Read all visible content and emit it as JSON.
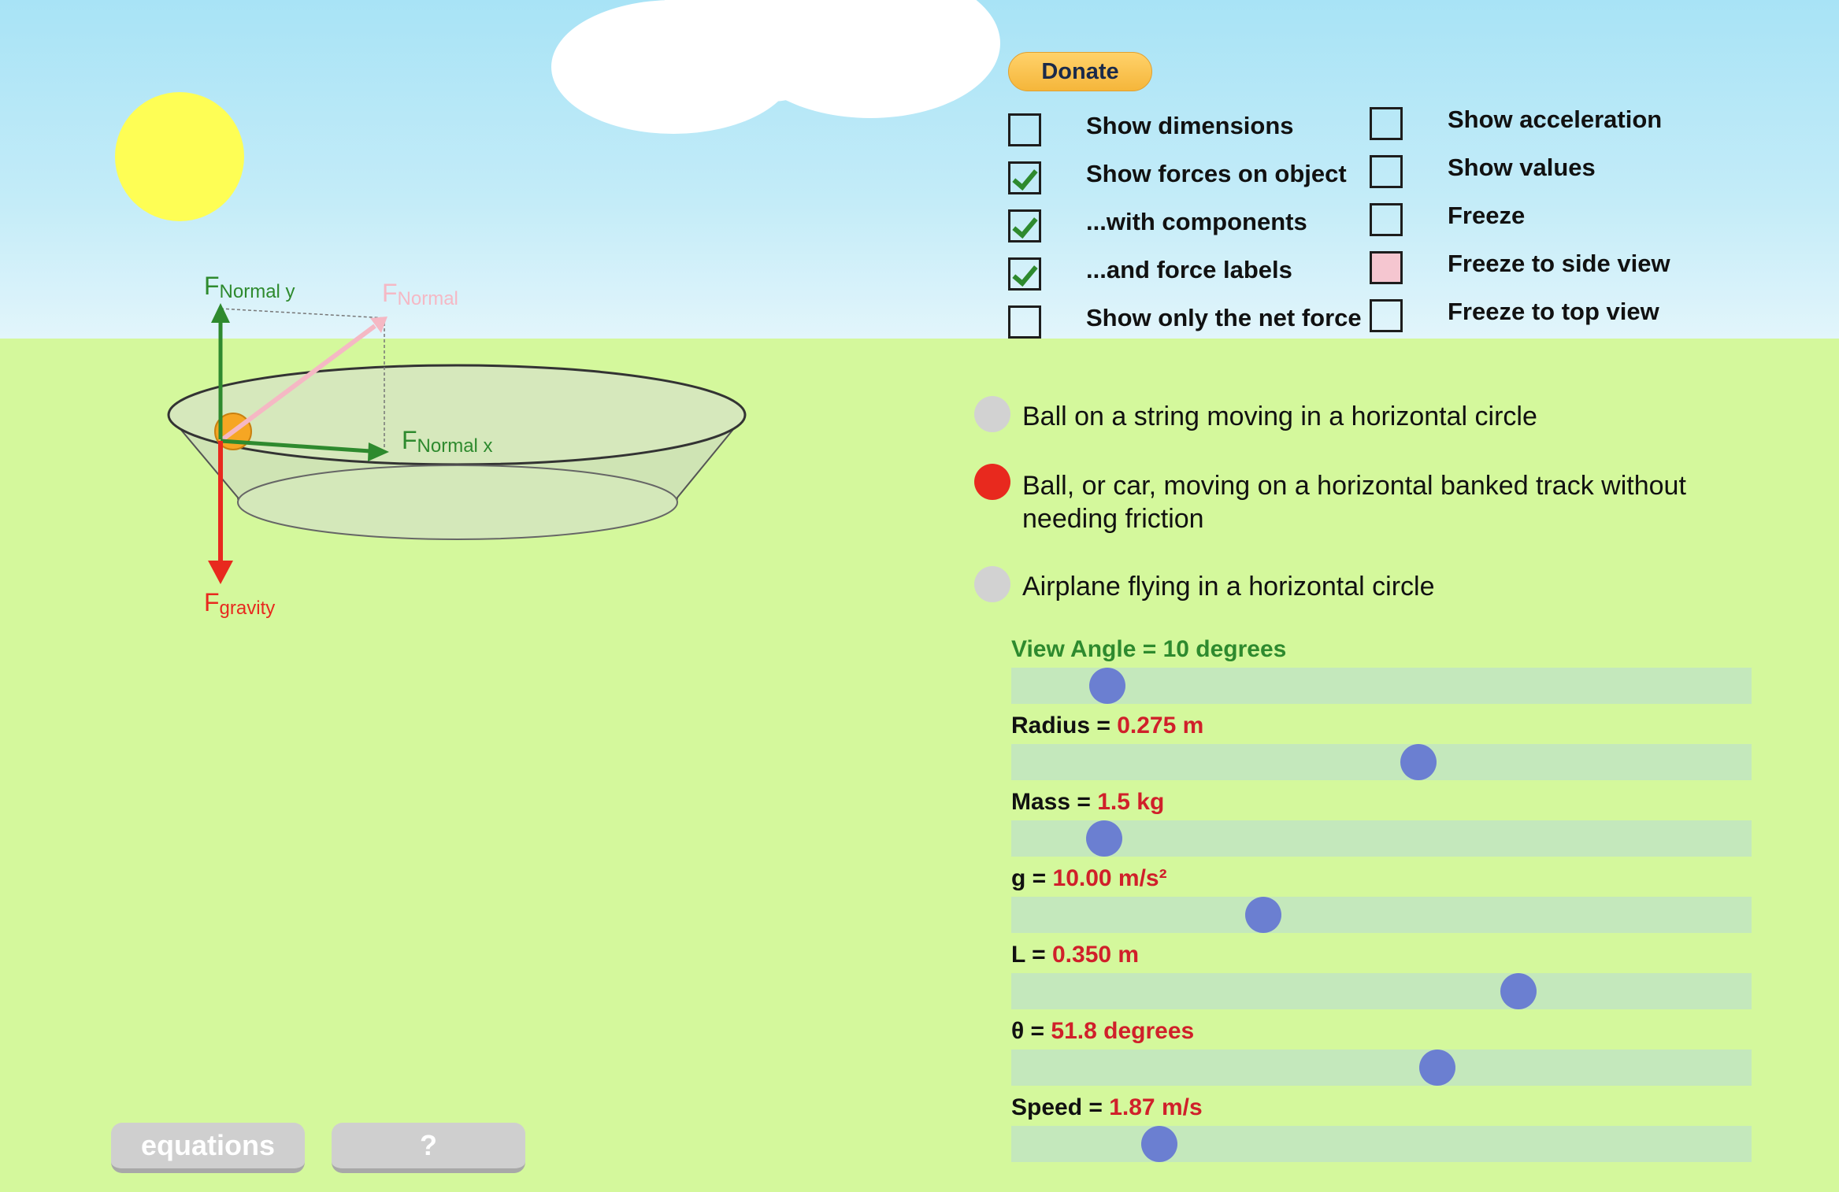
{
  "donate_label": "Donate",
  "checkboxes": {
    "show_dimensions": {
      "label": "Show dimensions",
      "checked": false
    },
    "show_forces": {
      "label": "Show forces on object",
      "checked": true
    },
    "with_components": {
      "label": "...with components",
      "checked": true
    },
    "force_labels": {
      "label": "...and force labels",
      "checked": true
    },
    "net_force": {
      "label": "Show only the net force",
      "checked": false
    },
    "show_acceleration": {
      "label": "Show acceleration",
      "checked": false
    },
    "show_values": {
      "label": "Show values",
      "checked": false
    },
    "freeze": {
      "label": "Freeze",
      "checked": false
    },
    "freeze_side": {
      "label": "Freeze to side view",
      "checked": false
    },
    "freeze_top": {
      "label": "Freeze to top view",
      "checked": false
    }
  },
  "scenarios": [
    {
      "label": "Ball on a string moving in a horizontal circle",
      "selected": false
    },
    {
      "label": "Ball, or car, moving on a horizontal banked track without needing friction",
      "selected": true
    },
    {
      "label": "Airplane flying in a horizontal circle",
      "selected": false
    }
  ],
  "sliders": {
    "view_angle": {
      "label": "View Angle = 10 degrees",
      "fraction": 0.13
    },
    "radius": {
      "key": "Radius = ",
      "value": "0.275 m",
      "fraction": 0.55
    },
    "mass": {
      "key": "Mass = ",
      "value": "1.5 kg",
      "fraction": 0.125
    },
    "g": {
      "key": "g = ",
      "value": "10.00 m/s²",
      "fraction": 0.34
    },
    "L": {
      "key": "L = ",
      "value": "0.350 m",
      "fraction": 0.685
    },
    "theta": {
      "key": "θ = ",
      "value": "51.8 degrees",
      "fraction": 0.575
    },
    "speed": {
      "key": "Speed = ",
      "value": "1.87 m/s",
      "fraction": 0.2
    }
  },
  "force_labels": {
    "normal_y_main": "F",
    "normal_y_sub": "Normal y",
    "normal_main": "F",
    "normal_sub": "Normal",
    "normal_x_main": "F",
    "normal_x_sub": "Normal x",
    "gravity_main": "F",
    "gravity_sub": "gravity"
  },
  "buttons": {
    "equations": "equations",
    "help": "?"
  },
  "colors": {
    "normal_component": "#2e8a2e",
    "normal_force": "#f5b8c4",
    "gravity": "#e8291e",
    "ball": "#f6a623",
    "slider_knob": "#6b7fd1",
    "value_text": "#d0202a"
  }
}
